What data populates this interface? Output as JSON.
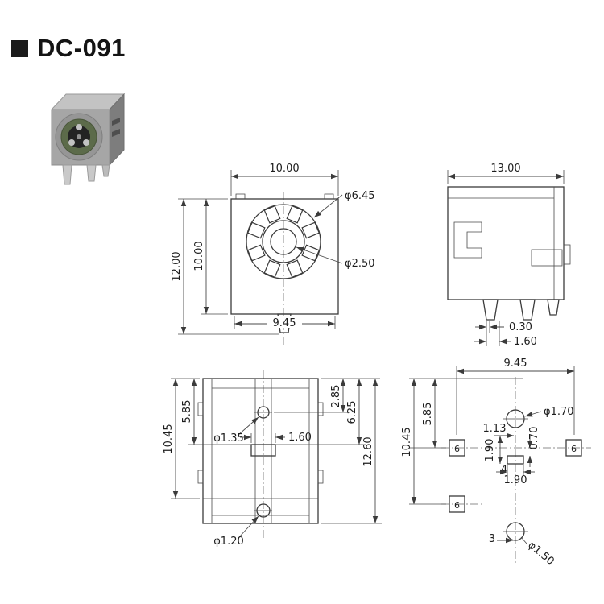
{
  "page": {
    "title": "DC-091"
  },
  "product_photo": {
    "body_color": "#a6a6a6",
    "insulator_color": "#5c6b4a",
    "pin_color": "#c9c9c9"
  },
  "front_view": {
    "dim_width": "10.00",
    "dim_height_total": "12.00",
    "dim_height_body": "10.00",
    "dim_bottom_width": "9.45",
    "dia_outer": "φ6.45",
    "dia_inner": "φ2.50"
  },
  "side_view": {
    "dim_width": "13.00",
    "dim_pin_thickness": "0.30",
    "dim_pin_width": "1.60"
  },
  "bottom_view": {
    "dim_left_inner": "5.85",
    "dim_left_outer": "10.45",
    "dim_right_top": "2.85",
    "dim_right_mid": "6.25",
    "dim_right_outer": "12.60",
    "dia_top_hole": "φ1.35",
    "dim_slot": "1.60",
    "dia_bottom_hole": "φ1.20"
  },
  "pin_view": {
    "dim_top_width": "9.45",
    "dim_left_inner": "5.85",
    "dim_left_outer": "10.45",
    "dia_top_pin": "φ1.70",
    "dim_offset_x": "1.13",
    "dim_offset_y": "0.70",
    "dim_pad_v": "1.90",
    "dim_small": "4",
    "dim_pad_h": "1.90",
    "pad_left_label": "6",
    "pad_right_label": "6",
    "pad_bottom_label": "6",
    "dim_bottom_offset": "3",
    "dia_bottom_pin": "φ1.50"
  }
}
